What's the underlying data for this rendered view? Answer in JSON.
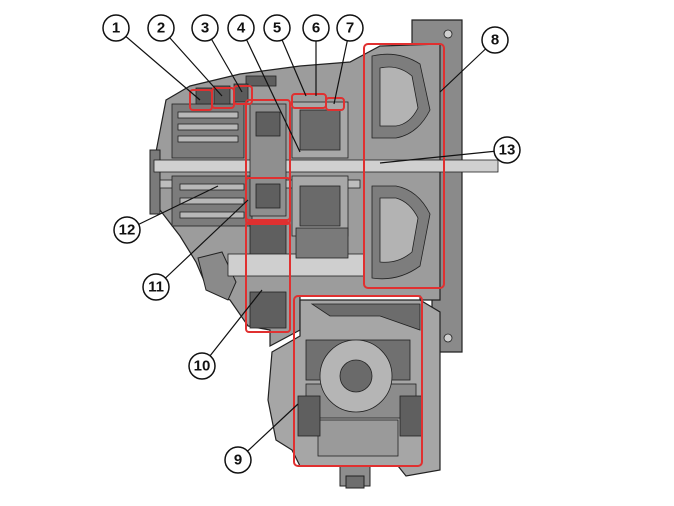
{
  "diagram": {
    "colors": {
      "housing_dark": "#6f6f6f",
      "housing_mid": "#9a9a9a",
      "housing_light": "#c4c4c4",
      "highlight": "#e03030",
      "line": "#111111",
      "callout_fill": "#ffffff"
    },
    "callouts": [
      {
        "id": "c1",
        "label": "1"
      },
      {
        "id": "c2",
        "label": "2"
      },
      {
        "id": "c3",
        "label": "3"
      },
      {
        "id": "c4",
        "label": "4"
      },
      {
        "id": "c5",
        "label": "5"
      },
      {
        "id": "c6",
        "label": "6"
      },
      {
        "id": "c7",
        "label": "7"
      },
      {
        "id": "c8",
        "label": "8"
      },
      {
        "id": "c9",
        "label": "9"
      },
      {
        "id": "c10",
        "label": "10"
      },
      {
        "id": "c11",
        "label": "11"
      },
      {
        "id": "c12",
        "label": "12"
      },
      {
        "id": "c13",
        "label": "13"
      }
    ]
  }
}
